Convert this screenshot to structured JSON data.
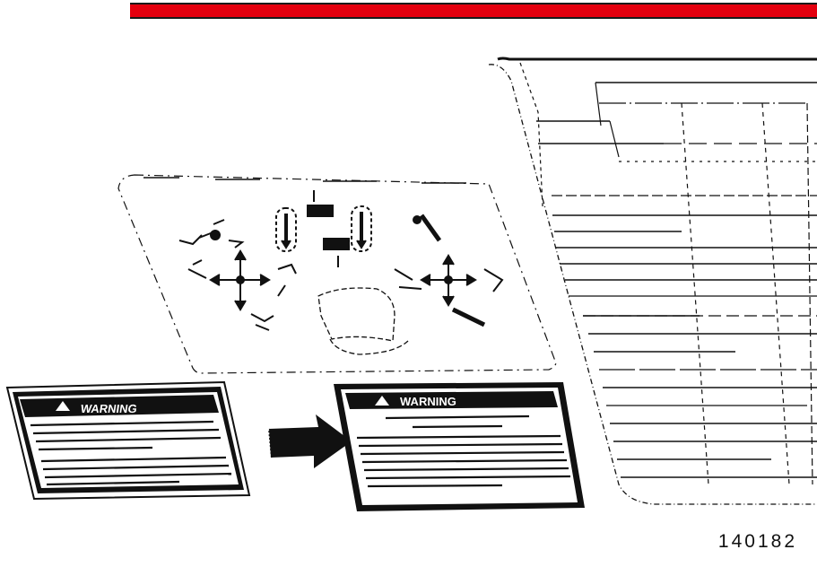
{
  "header": {
    "accent_color": "#e4000f"
  },
  "labels": {
    "left_label_title": "WARNING",
    "right_label_title": "WARNING"
  },
  "figure_number": "140182",
  "icons": [
    "warning-triangle-icon",
    "arrow-right-icon"
  ]
}
